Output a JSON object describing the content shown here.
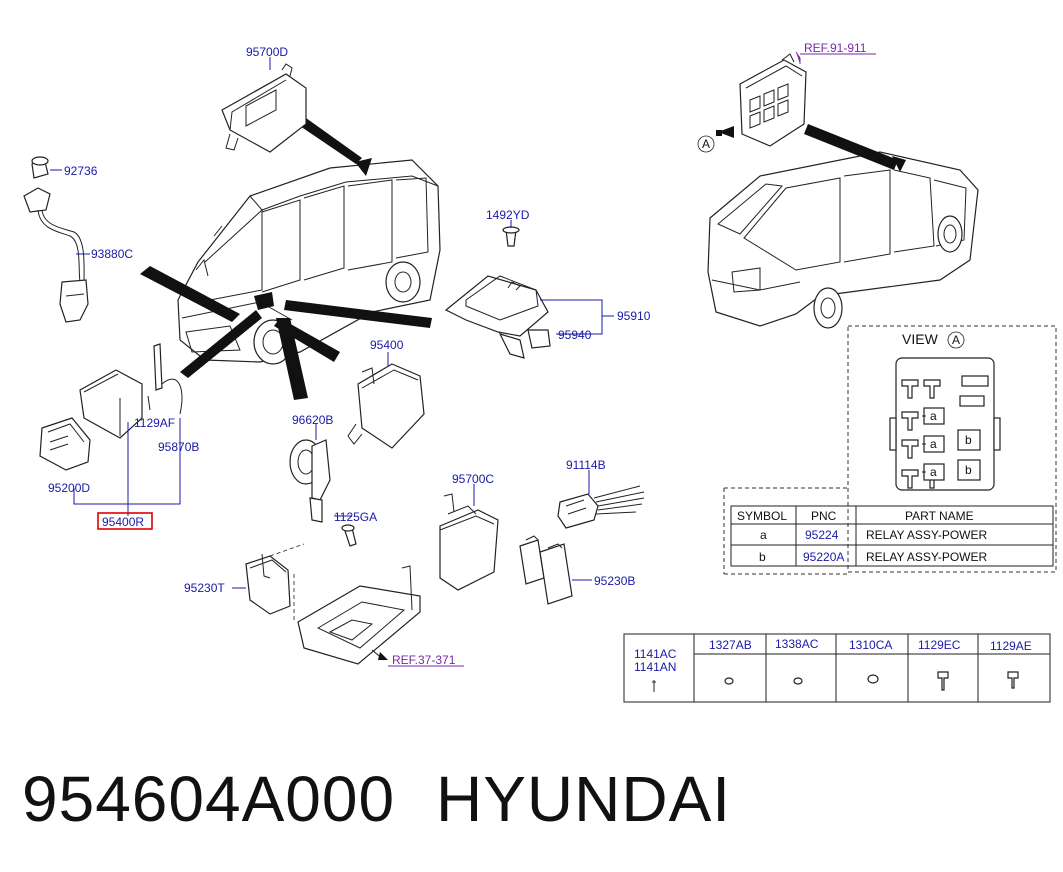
{
  "labels": {
    "l95700D": "95700D",
    "l92736": "92736",
    "l93880C": "93880C",
    "l1129AF": "1129AF",
    "l95870B": "95870B",
    "l95200D": "95200D",
    "l95400R": "95400R",
    "l1492YD": "1492YD",
    "l95910": "95910",
    "l95940": "95940",
    "l95400": "95400",
    "l96620B": "96620B",
    "l1125GA": "1125GA",
    "l95700C": "95700C",
    "l91114B": "91114B",
    "l95230B": "95230B",
    "l95230T": "95230T",
    "ref37": "REF.37-371",
    "ref91": "REF.91-911",
    "arrowA": "A"
  },
  "view": {
    "title": "VIEW",
    "letter": "A",
    "cell_a": "a",
    "cell_b": "b"
  },
  "legend": {
    "headers": [
      "SYMBOL",
      "PNC",
      "PART NAME"
    ],
    "rows": [
      {
        "symbol": "a",
        "pnc": "95224",
        "name": "RELAY ASSY-POWER"
      },
      {
        "symbol": "b",
        "pnc": "95220A",
        "name": "RELAY ASSY-POWER"
      }
    ]
  },
  "hardware": {
    "first_line1": "1141AC",
    "first_line2": "1141AN",
    "cols": [
      "1327AB",
      "1338AC",
      "1310CA",
      "1129EC",
      "1129AE"
    ]
  },
  "footer": {
    "part_number": "954604A000",
    "brand": "HYUNDAI"
  },
  "colors": {
    "label": "#1a1aa8",
    "reference": "#7a2aa8",
    "highlight": "#e00000"
  }
}
